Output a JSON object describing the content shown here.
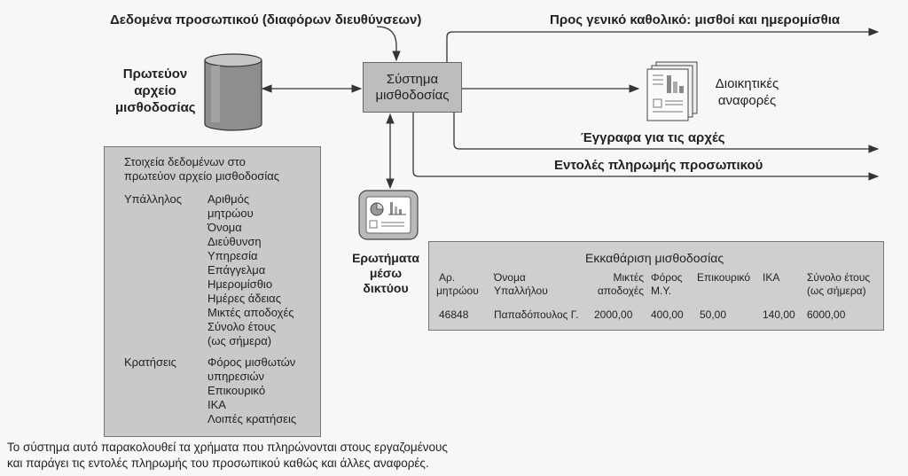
{
  "inputs": {
    "personnel_data": "Δεδομένα προσωπικού (διαφόρων διευθύνσεων)"
  },
  "outputs": {
    "general_ledger": "Προς γενικό καθολικό: μισθοί και ημερομίσθια",
    "authority_docs": "Έγγραφα για τις αρχές",
    "payment_orders": "Εντολές πληρωμής προσωπικού"
  },
  "master_file": {
    "label_lines": [
      "Πρωτεύον",
      "αρχείο",
      "μισθοδοσίας"
    ]
  },
  "system": {
    "label_lines": [
      "Σύστημα",
      "μισθοδοσίας"
    ]
  },
  "reports": {
    "label_lines": [
      "Διοικητικές",
      "αναφορές"
    ]
  },
  "queries": {
    "label_lines": [
      "Ερωτήματα",
      "μέσω",
      "δικτύου"
    ]
  },
  "master_panel": {
    "title_lines": [
      "Στοιχεία δεδομένων στο",
      "πρωτεύον αρχείο μισθοδοσίας"
    ],
    "employee_group": "Υπάλληλος",
    "employee_fields": [
      "Αριθμός",
      "μητρώου",
      "Όνομα",
      "Διεύθυνση",
      "Υπηρεσία",
      "Επάγγελμα",
      "Ημερομίσθιο",
      "Ημέρες άδειας",
      "Μικτές αποδοχές",
      "Σύνολο έτους",
      "(ως σήμερα)"
    ],
    "deductions_group": "Κρατήσεις",
    "deduction_fields": [
      "Φόρος μισθωτών",
      "υπηρεσιών",
      "Επικουρικό",
      "ΙΚΑ",
      "Λοιπές κρατήσεις"
    ]
  },
  "payroll_table": {
    "title": "Εκκαθάριση μισθοδοσίας",
    "headers": [
      [
        "Αρ.",
        "μητρώου"
      ],
      [
        "Όνομα",
        "Υπαλλήλου"
      ],
      [
        "Μικτές",
        "αποδοχές"
      ],
      [
        "Φόρος",
        "Μ.Υ."
      ],
      [
        "Επικουρικό"
      ],
      [
        "ΙΚΑ"
      ],
      [
        "Σύνολο έτους",
        "(ως σήμερα)"
      ]
    ],
    "rows": [
      [
        "46848",
        "Παπαδόπουλος Γ.",
        "2000,00",
        "400,00",
        "50,00",
        "140,00",
        "6000,00"
      ]
    ]
  },
  "caption": [
    "Το σύστημα αυτό παρακολουθεί τα χρήματα που πληρώνονται στους εργαζομένους",
    "και παράγει τις εντολές πληρωμής του προσωπικού καθώς και άλλες αναφορές."
  ]
}
